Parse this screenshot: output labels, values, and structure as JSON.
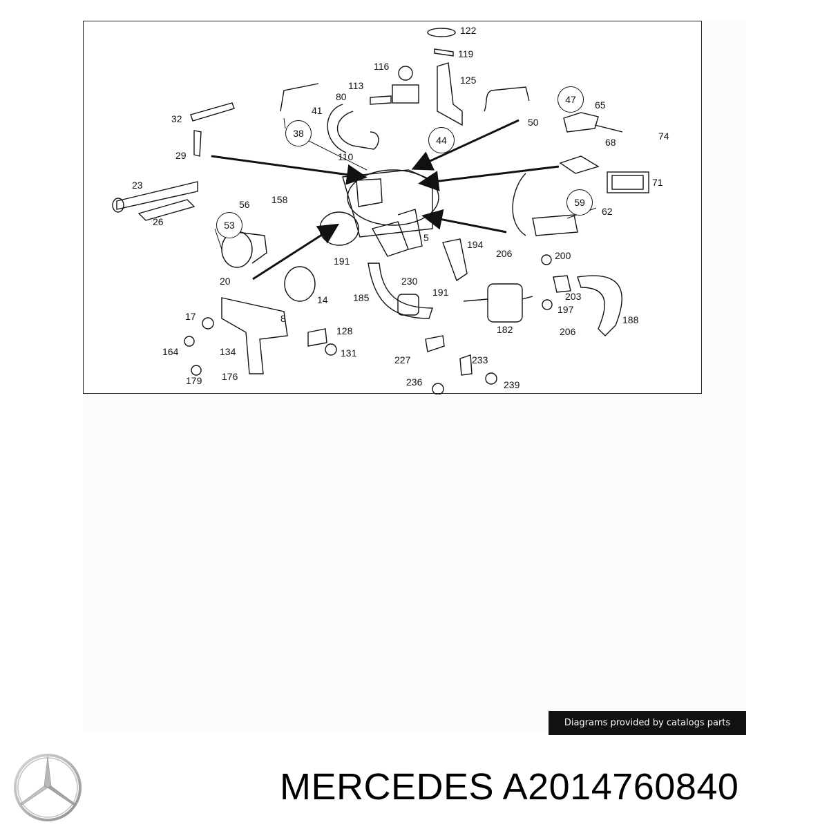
{
  "brand": "MERCEDES",
  "part_number": "A2014760840",
  "credit": "Diagrams provided by catalogs parts",
  "logo_icon": "mercedes-star-icon",
  "callouts": [
    {
      "id": "122"
    },
    {
      "id": "119"
    },
    {
      "id": "116"
    },
    {
      "id": "125"
    },
    {
      "id": "113"
    },
    {
      "id": "80"
    },
    {
      "id": "41"
    },
    {
      "id": "38",
      "circled": true
    },
    {
      "id": "44",
      "circled": true
    },
    {
      "id": "47",
      "circled": true
    },
    {
      "id": "65"
    },
    {
      "id": "50"
    },
    {
      "id": "74"
    },
    {
      "id": "68"
    },
    {
      "id": "32"
    },
    {
      "id": "29"
    },
    {
      "id": "110"
    },
    {
      "id": "71"
    },
    {
      "id": "23"
    },
    {
      "id": "26"
    },
    {
      "id": "56"
    },
    {
      "id": "53",
      "circled": true
    },
    {
      "id": "158"
    },
    {
      "id": "59",
      "circled": true
    },
    {
      "id": "62"
    },
    {
      "id": "5"
    },
    {
      "id": "194"
    },
    {
      "id": "206"
    },
    {
      "id": "200"
    },
    {
      "id": "191"
    },
    {
      "id": "20"
    },
    {
      "id": "230"
    },
    {
      "id": "14"
    },
    {
      "id": "185"
    },
    {
      "id": "191"
    },
    {
      "id": "203"
    },
    {
      "id": "197"
    },
    {
      "id": "188"
    },
    {
      "id": "17"
    },
    {
      "id": "8"
    },
    {
      "id": "182"
    },
    {
      "id": "206"
    },
    {
      "id": "128"
    },
    {
      "id": "164"
    },
    {
      "id": "134"
    },
    {
      "id": "131"
    },
    {
      "id": "227"
    },
    {
      "id": "233"
    },
    {
      "id": "179"
    },
    {
      "id": "176"
    },
    {
      "id": "236"
    },
    {
      "id": "239"
    }
  ]
}
